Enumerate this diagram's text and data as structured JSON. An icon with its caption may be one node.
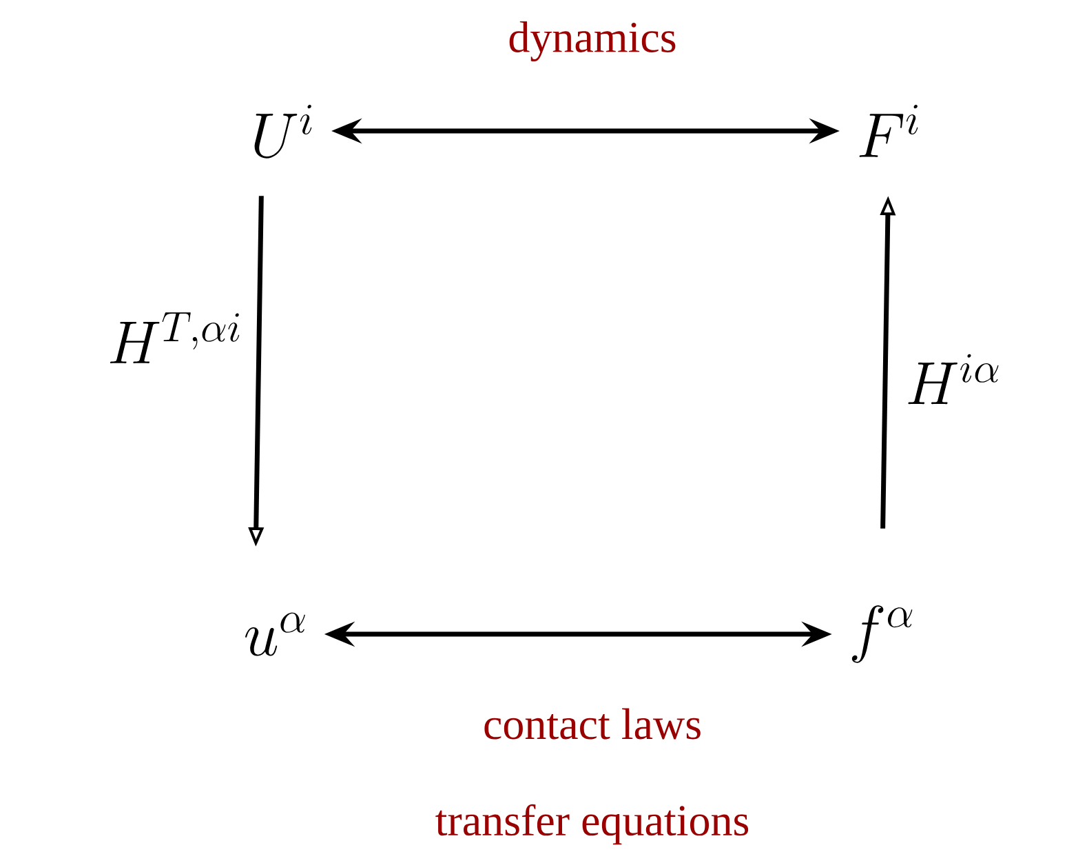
{
  "diagram": {
    "nodes": [
      {
        "text": [
          "U^i"
        ]
      },
      {
        "text": [
          "F^i"
        ]
      },
      {
        "text": [
          "u^\\alpha"
        ]
      },
      {
        "text": [
          "f^\\alpha"
        ]
      }
    ],
    "edges": [
      {
        "from": 0,
        "to": 1,
        "arrow": "both",
        "label": "dynamics"
      },
      {
        "from": 0,
        "to": 2,
        "arrow": "to",
        "label": "H^{T,\\alpha i}"
      },
      {
        "from": 3,
        "to": 1,
        "arrow": "to",
        "label": "H^{i\\alpha}"
      },
      {
        "from": 2,
        "to": 3,
        "arrow": "both",
        "label": "contact laws"
      }
    ],
    "labels": [
      "transfer equations"
    ]
  }
}
